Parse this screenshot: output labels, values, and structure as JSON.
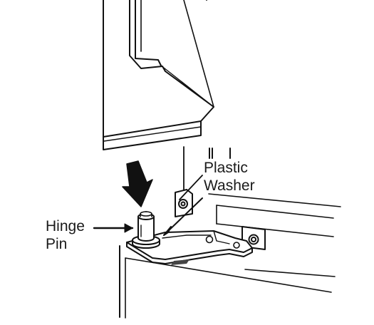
{
  "callouts": {
    "plastic_washer": [
      "Plastic",
      "Washer"
    ],
    "hinge_pin": [
      "Hinge",
      "Pin"
    ]
  },
  "colors": {
    "ink": "#111111",
    "shade": "#d0d0d0",
    "paper": "#ffffff"
  }
}
